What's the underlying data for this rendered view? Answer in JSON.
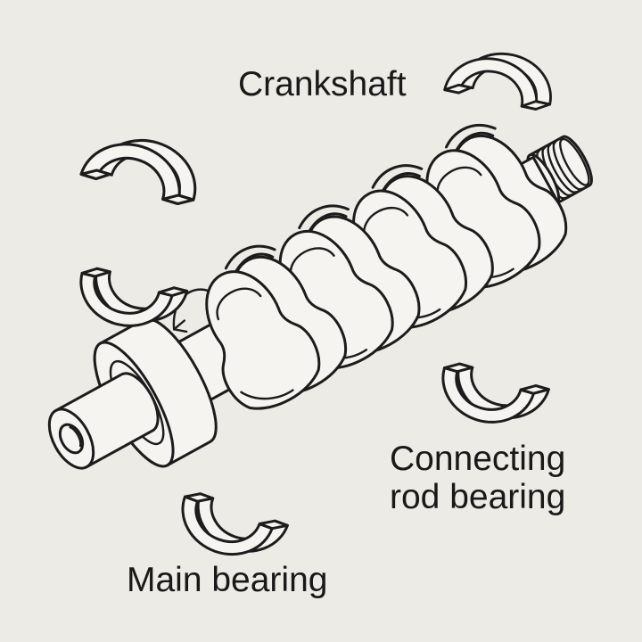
{
  "canvas": {
    "background_color": "#ecebe6",
    "line_color": "#1c1c1c",
    "part_fill_color": "#f5f4f0",
    "text_color": "#191919"
  },
  "labels": {
    "crankshaft": "Crankshaft",
    "connecting_rod_bearing_line1": "Connecting",
    "connecting_rod_bearing_line2": "rod bearing",
    "connecting_rod_bearing_full": "Connecting rod bearing",
    "main_bearing": "Main bearing"
  },
  "diagram": {
    "type": "exploded-parts-line-drawing",
    "subject": "Engine crankshaft with main bearing and connecting rod bearing shells",
    "parts": [
      "crankshaft",
      "upper-main-bearing-shell-left",
      "lower-main-bearing-shell-left",
      "lower-main-bearing-shell-bottom",
      "upper-bearing-shell-right",
      "lower-connecting-rod-bearing-shell-right",
      "threaded-snout",
      "front-flange",
      "crank-webs",
      "crank-pins"
    ]
  }
}
